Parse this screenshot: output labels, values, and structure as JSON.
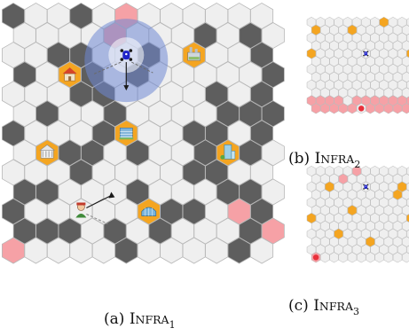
{
  "figure": {
    "captions": {
      "a": {
        "prefix": "(a) ",
        "name": "I",
        "smallcaps": "NFRA",
        "sub": "1"
      },
      "b": {
        "prefix": "(b) ",
        "name": "I",
        "smallcaps": "NFRA",
        "sub": "2"
      },
      "c": {
        "prefix": "(c) ",
        "name": "I",
        "smallcaps": "NFRA",
        "sub": "3"
      }
    },
    "palette": {
      "empty": "#efefef",
      "blocked": "#5e5e5e",
      "danger": "#f6a1a6",
      "target": "#f4a521",
      "cellStroke": "#b8b8b8",
      "sensor": "#6f88d4",
      "drone": "#1e22c8"
    },
    "panels": [
      {
        "id": "a",
        "caption": "a",
        "grid": {
          "cols": 12,
          "rows": 13
        },
        "blocked": [
          [
            0,
            0
          ],
          [
            3,
            0
          ],
          [
            8,
            1
          ],
          [
            10,
            1
          ],
          [
            2,
            2
          ],
          [
            3,
            2
          ],
          [
            6,
            2
          ],
          [
            11,
            2
          ],
          [
            0,
            3
          ],
          [
            3,
            3
          ],
          [
            5,
            3
          ],
          [
            11,
            3
          ],
          [
            3,
            4
          ],
          [
            4,
            4
          ],
          [
            9,
            4
          ],
          [
            11,
            4
          ],
          [
            1,
            5
          ],
          [
            4,
            5
          ],
          [
            9,
            5
          ],
          [
            10,
            5
          ],
          [
            11,
            5
          ],
          [
            0,
            6
          ],
          [
            4,
            6
          ],
          [
            8,
            6
          ],
          [
            9,
            6
          ],
          [
            11,
            6
          ],
          [
            2,
            7
          ],
          [
            3,
            7
          ],
          [
            5,
            7
          ],
          [
            8,
            7
          ],
          [
            10,
            7
          ],
          [
            3,
            8
          ],
          [
            8,
            8
          ],
          [
            9,
            8
          ],
          [
            0,
            9
          ],
          [
            1,
            9
          ],
          [
            5,
            9
          ],
          [
            9,
            9
          ],
          [
            10,
            9
          ],
          [
            0,
            10
          ],
          [
            7,
            10
          ],
          [
            8,
            10
          ],
          [
            11,
            10
          ],
          [
            0,
            11
          ],
          [
            1,
            11
          ],
          [
            2,
            11
          ],
          [
            4,
            11
          ],
          [
            6,
            11
          ],
          [
            10,
            11
          ],
          [
            5,
            12
          ],
          [
            10,
            12
          ]
        ],
        "danger": [
          [
            5,
            0
          ],
          [
            4,
            1
          ],
          [
            10,
            10
          ],
          [
            0,
            11
          ],
          [
            1,
            11
          ],
          [
            11,
            11
          ],
          [
            0,
            12
          ]
        ],
        "targets": [
          {
            "col": 8,
            "row": 2,
            "icon": "factory-icon"
          },
          {
            "col": 2,
            "row": 3,
            "icon": "house-icon"
          },
          {
            "col": 5,
            "row": 6,
            "icon": "office-building-icon"
          },
          {
            "col": 1,
            "row": 7,
            "icon": "government-building-icon"
          },
          {
            "col": 9,
            "row": 7,
            "icon": "tower-icon"
          },
          {
            "col": 6,
            "row": 10,
            "icon": "hangar-icon"
          }
        ],
        "agents": [
          {
            "col": 5,
            "row": 2,
            "icon": "drone-icon"
          },
          {
            "col": 3,
            "row": 10,
            "icon": "attacker-icon"
          }
        ]
      },
      {
        "id": "b",
        "caption": "b",
        "grid": {
          "cols": 12,
          "rows": 12
        },
        "blocked": [],
        "danger": [
          [
            0,
            11
          ],
          [
            1,
            11
          ],
          [
            2,
            11
          ],
          [
            3,
            11
          ],
          [
            4,
            11
          ],
          [
            6,
            11
          ],
          [
            7,
            11
          ],
          [
            8,
            11
          ],
          [
            9,
            11
          ],
          [
            10,
            11
          ],
          [
            11,
            11
          ],
          [
            1,
            10
          ],
          [
            2,
            10
          ],
          [
            3,
            10
          ],
          [
            5,
            10
          ],
          [
            6,
            10
          ],
          [
            7,
            10
          ],
          [
            8,
            10
          ],
          [
            9,
            10
          ],
          [
            10,
            10
          ],
          [
            11,
            10
          ],
          [
            0,
            10
          ]
        ],
        "goal": [
          [
            5,
            11
          ]
        ],
        "targets": [
          {
            "col": 0,
            "row": 1,
            "icon": "target-cell"
          },
          {
            "col": 4,
            "row": 1,
            "icon": "target-cell"
          },
          {
            "col": 8,
            "row": 0,
            "icon": "target-cell"
          },
          {
            "col": 11,
            "row": 1,
            "icon": "target-cell"
          },
          {
            "col": 0,
            "row": 4,
            "icon": "target-cell"
          },
          {
            "col": 11,
            "row": 4,
            "icon": "target-cell"
          }
        ],
        "agents": [
          {
            "col": 6,
            "row": 4,
            "icon": "drone-icon"
          }
        ]
      },
      {
        "id": "c",
        "caption": "c",
        "grid": {
          "cols": 12,
          "rows": 12
        },
        "blocked": [],
        "danger": [
          [
            5,
            0
          ],
          [
            3,
            1
          ],
          [
            0,
            11
          ]
        ],
        "goal": [
          [
            0,
            11
          ]
        ],
        "targets": [
          {
            "col": 2,
            "row": 2,
            "icon": "target-cell"
          },
          {
            "col": 10,
            "row": 2,
            "icon": "target-cell"
          },
          {
            "col": 9,
            "row": 3,
            "icon": "target-cell"
          },
          {
            "col": 4,
            "row": 5,
            "icon": "target-cell"
          },
          {
            "col": 0,
            "row": 6,
            "icon": "target-cell"
          },
          {
            "col": 11,
            "row": 6,
            "icon": "target-cell"
          },
          {
            "col": 3,
            "row": 8,
            "icon": "target-cell"
          },
          {
            "col": 6,
            "row": 9,
            "icon": "target-cell"
          }
        ],
        "agents": [
          {
            "col": 6,
            "row": 2,
            "icon": "drone-icon"
          }
        ]
      }
    ]
  }
}
